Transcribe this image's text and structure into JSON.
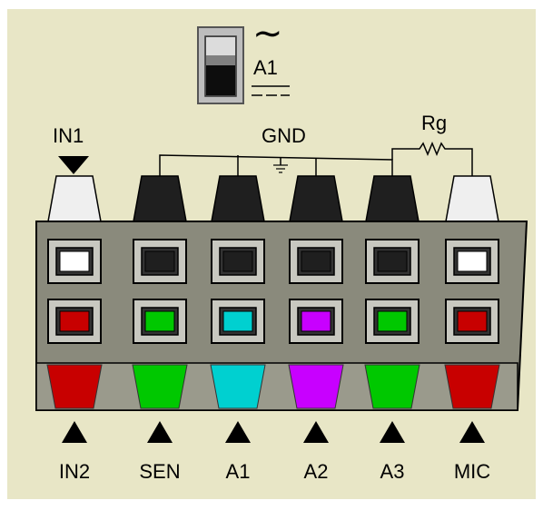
{
  "switch": {
    "ac_symbol": "∼",
    "label": "A1",
    "position": "dc"
  },
  "top_labels": {
    "in1": "IN1",
    "gnd": "GND",
    "rg": "Rg"
  },
  "colors": {
    "background": "#e8e6c6",
    "panel": "#8a8a7c",
    "plug_black": "#1f1f1f",
    "plug_white": "#efefef"
  },
  "channels": [
    {
      "label": "IN2",
      "top_plug": "white",
      "upper_led": "#ffffff",
      "lower_led": "#c80000",
      "jack_color": "#c80000"
    },
    {
      "label": "SEN",
      "top_plug": "black",
      "upper_led": "#1f1f1f",
      "lower_led": "#00c800",
      "jack_color": "#00c800"
    },
    {
      "label": "A1",
      "top_plug": "black",
      "upper_led": "#1f1f1f",
      "lower_led": "#00d0d0",
      "jack_color": "#00d0d0"
    },
    {
      "label": "A2",
      "top_plug": "black",
      "upper_led": "#1f1f1f",
      "lower_led": "#c800ff",
      "jack_color": "#c800ff"
    },
    {
      "label": "A3",
      "top_plug": "black",
      "upper_led": "#1f1f1f",
      "lower_led": "#00c800",
      "jack_color": "#00c800"
    },
    {
      "label": "MIC",
      "top_plug": "white",
      "upper_led": "#ffffff",
      "lower_led": "#c80000",
      "jack_color": "#c80000"
    }
  ]
}
